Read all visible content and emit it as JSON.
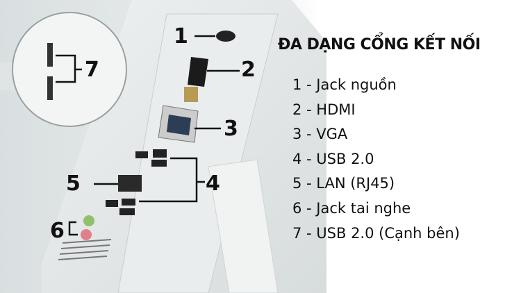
{
  "title": "ĐA DẠNG CỔNG KẾT NỐI",
  "callouts": [
    "1",
    "2",
    "3",
    "4",
    "5",
    "6",
    "7"
  ],
  "legend": [
    "1 - Jack nguồn",
    "2 - HDMI",
    "3 - VGA",
    "4 - USB 2.0",
    "5 - LAN (RJ45)",
    "6 - Jack tai nghe",
    "7 - USB 2.0 (Cạnh bên)"
  ]
}
